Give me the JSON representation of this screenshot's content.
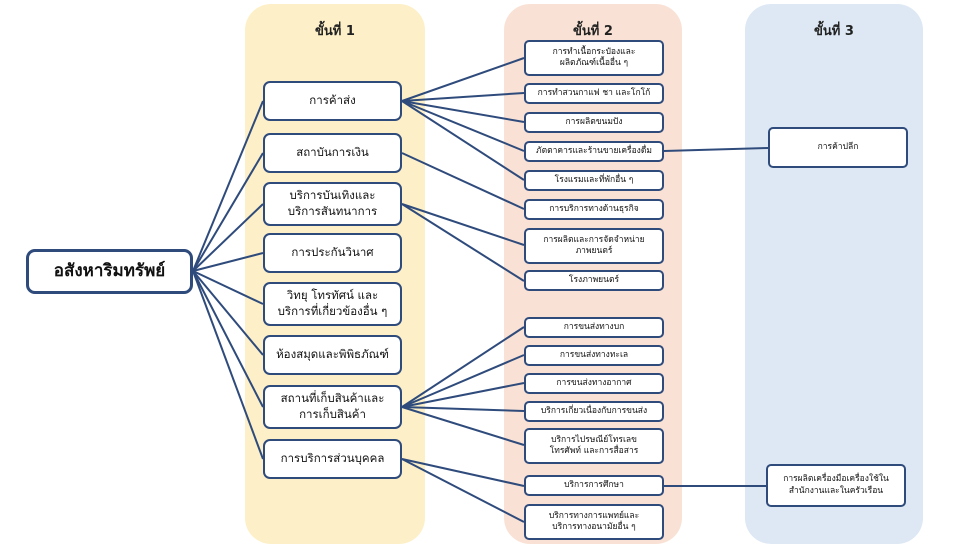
{
  "columns": {
    "level1": "ขั้นที่ 1",
    "level2": "ขั้นที่ 2",
    "level3": "ขั้นที่ 3"
  },
  "root": "อสังหาริมทรัพย์",
  "level1": [
    "การค้าส่ง",
    "สถาบันการเงิน",
    "บริการบันเทิงและ\nบริการสันทนาการ",
    "การประกันวินาศ",
    "วิทยุ โทรทัศน์ และ\nบริการที่เกี่ยวข้องอื่น ๆ",
    "ห้องสมุดและพิพิธภัณฑ์",
    "สถานที่เก็บสินค้าและ\nการเก็บสินค้า",
    "การบริการส่วนบุคคล"
  ],
  "level2": [
    "การทำเนื้อกระป๋องและ\nผลิตภัณฑ์เนื้ออื่น ๆ",
    "การทำสวนกาแฟ ชา และโกโก้",
    "การผลิตขนมปัง",
    "ภัตตาคารและร้านขายเครื่องดื่ม",
    "โรงแรมและที่พักอื่น ๆ",
    "การบริการทางด้านธุรกิจ",
    "การผลิตและการจัดจำหน่าย\nภาพยนตร์",
    "โรงภาพยนตร์",
    "การขนส่งทางบก",
    "การขนส่งทางทะเล",
    "การขนส่งทางอากาศ",
    "บริการเกี่ยวเนื่องกับการขนส่ง",
    "บริการไปรษณีย์โทรเลข\nโทรศัพท์ และการสื่อสาร",
    "บริการการศึกษา",
    "บริการทางการแพทย์และ\nบริการทางอนามัยอื่น ๆ"
  ],
  "level3": [
    "การค้าปลีก",
    "การผลิตเครื่องมือเครื่องใช้ใน\nสำนักงานและในครัวเรือน"
  ],
  "colors": {
    "col1": "#FDF0C8",
    "col2": "#F9E2D5",
    "col3": "#DDE8F4",
    "border": "#2F4B7C"
  }
}
